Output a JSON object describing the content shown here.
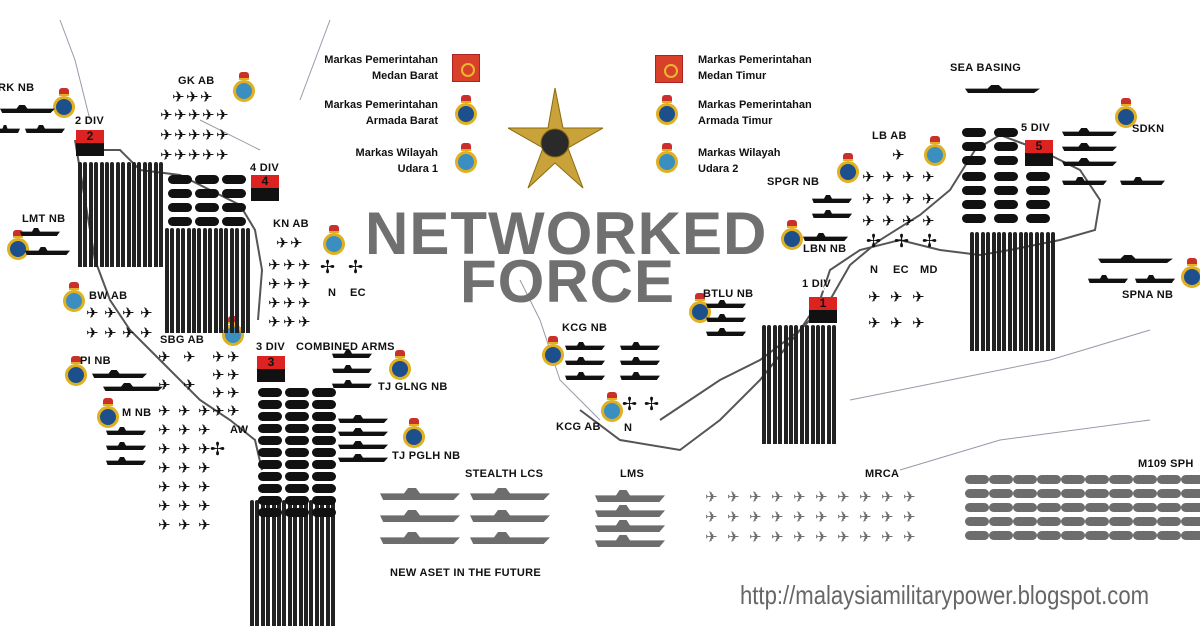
{
  "title": {
    "line1": "NETWORKED",
    "line2": "FORCE"
  },
  "headquarters": [
    {
      "line1": "Markas Pemerintahan",
      "line2": "Medan Barat",
      "icon": "army-red-badge"
    },
    {
      "line1": "Markas Pemerintahan",
      "line2": "Armada Barat",
      "icon": "navy-crest"
    },
    {
      "line1": "Markas Wilayah",
      "line2": "Udara 1",
      "icon": "air-force-crest"
    },
    {
      "line1": "Markas Pemerintahan",
      "line2": "Medan Timur",
      "icon": "army-red-badge"
    },
    {
      "line1": "Markas Pemerintahan",
      "line2": "Armada Timur",
      "icon": "navy-crest"
    },
    {
      "line1": "Markas Wilayah",
      "line2": "Udara 2",
      "icon": "air-force-crest"
    }
  ],
  "labels": {
    "rk_nb": "RK NB",
    "div2": "2 DIV",
    "gk_ab": "GK AB",
    "div4": "4 DIV",
    "lmt_nb": "LMT NB",
    "kn_ab": "KN AB",
    "kn_n": "N",
    "kn_ec": "EC",
    "bw_ab": "BW AB",
    "sbg_ab": "SBG AB",
    "div3": "3 DIV",
    "combined_arms": "COMBINED ARMS",
    "pi_nb": "PI NB",
    "tj_glng_nb": "TJ GLNG NB",
    "m_nb": "M NB",
    "aw": "AW",
    "tj_pglh_nb": "TJ PGLH NB",
    "kcg_nb": "KCG NB",
    "btlu_nb": "BTLU NB",
    "div1": "1 DIV",
    "kcg_ab": "KCG AB",
    "kcg_n": "N",
    "lb_ab": "LB AB",
    "spgr_nb": "SPGR NB",
    "lbn_nb": "LBN NB",
    "lb_n": "N",
    "lb_ec": "EC",
    "lb_md": "MD",
    "sea_basing": "SEA BASING",
    "div5": "5 DIV",
    "sdkn": "SDKN",
    "spna_nb": "SPNA NB",
    "stealth_lcs": "STEALTH LCS",
    "lms": "LMS",
    "mrca": "MRCA",
    "m109": "M109 SPH",
    "future": "NEW ASET IN THE FUTURE"
  },
  "division_numbers": {
    "d1": "1",
    "d2": "2",
    "d3": "3",
    "d4": "4",
    "d5": "5"
  },
  "watermark": "http://malaysiamilitarypower.blogspot.com",
  "colors": {
    "army_red": "#d22222",
    "navy_blue": "#1d4f8c",
    "air_blue": "#3b8fc0",
    "gold": "#e0b020",
    "future_asset_gray": "#6d6d6d",
    "title_gray": "#707070"
  }
}
